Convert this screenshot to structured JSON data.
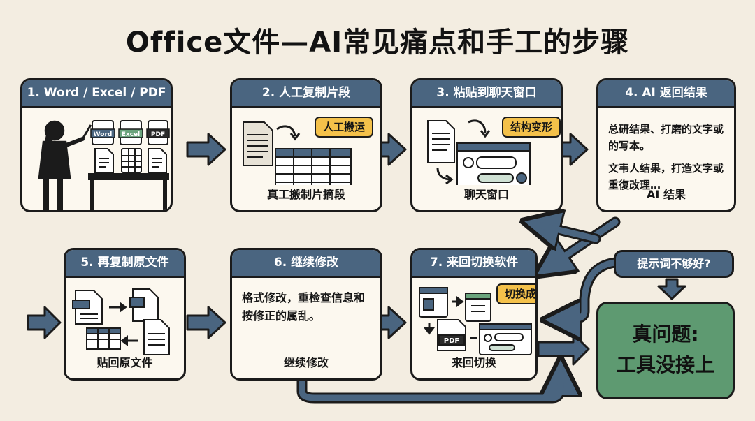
{
  "title": "Office文件—AI常见痛点和手工的步骤",
  "steps": [
    {
      "header": "1. Word / Excel / PDF",
      "icons": [
        "Word",
        "Excel",
        "PDF"
      ]
    },
    {
      "header": "2. 人工复制片段",
      "tag": "人工搬运",
      "caption": "真工搬制片摘段"
    },
    {
      "header": "3. 粘贴到聊天窗口",
      "tag": "结构变形",
      "caption": "聊天窗口"
    },
    {
      "header": "4. AI 返回结果",
      "text1": "总研结果、打磨的文字或的写本。",
      "text2": "文韦人结果，打造文字或重復改理…",
      "caption": "AI 结果"
    },
    {
      "header": "5. 再复制原文件",
      "caption": "贴回原文件"
    },
    {
      "header": "6. 继续修改",
      "text": "格式修改，重检查信息和按修正的属乱。",
      "caption": "继续修改"
    },
    {
      "header": "7. 来回切换软件",
      "tag": "切换成本",
      "caption": "来回切换",
      "icon_label": "PDF"
    }
  ],
  "question": "提示词不够好?",
  "problem": {
    "line1": "真问题:",
    "line2": "工具没接上"
  },
  "colors": {
    "header": "#4a6580",
    "tag": "#f4c14a",
    "problem": "#5e9a71",
    "background": "#f3ede1"
  }
}
